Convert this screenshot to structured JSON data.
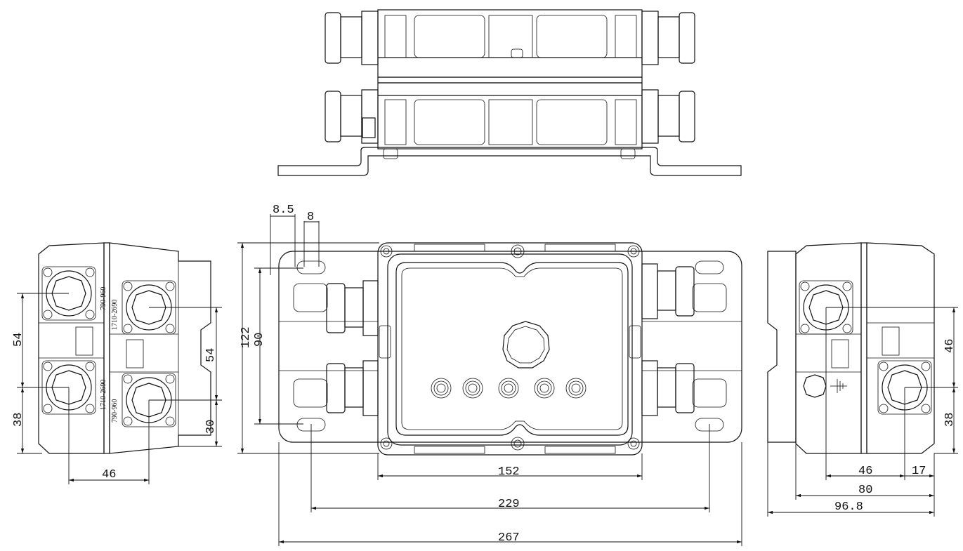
{
  "front_view": {
    "dim_8_5": "8.5",
    "dim_8": "8",
    "dim_122": "122",
    "dim_90": "90",
    "dim_152": "152",
    "dim_229": "229",
    "dim_267": "267"
  },
  "left_view": {
    "dim_54_left": "54",
    "dim_38_left": "38",
    "dim_54_right": "54",
    "dim_30": "30",
    "dim_46": "46",
    "port_labels": [
      "790-960",
      "1710-2690",
      "1710-2690",
      "790-960"
    ]
  },
  "right_view": {
    "dim_46_v": "46",
    "dim_38": "38",
    "dim_46_h": "46",
    "dim_17": "17",
    "dim_80": "80",
    "dim_96_8": "96.8"
  }
}
